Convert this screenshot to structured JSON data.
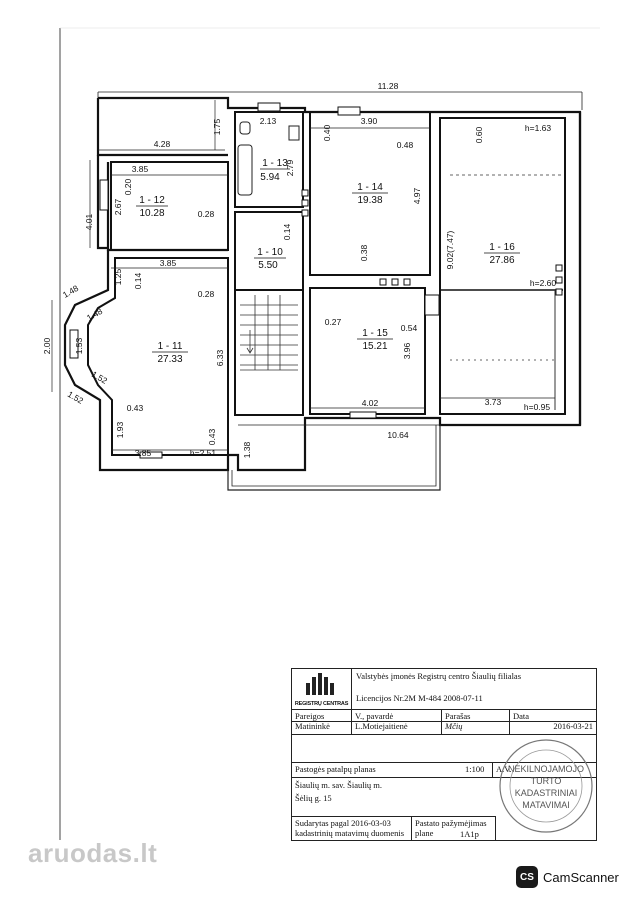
{
  "plan": {
    "dims": {
      "overall_width": "11.28",
      "bottom_width": "10.64",
      "d_428": "4.28",
      "d_175": "1.75",
      "d_213": "2.13",
      "d_390": "3.90",
      "d_060": "0.60",
      "d_h163": "h=1.63",
      "d_385a": "3.85",
      "d_020": "0.20",
      "d_267": "2.67",
      "d_401": "4.01",
      "d_028a": "0.28",
      "d_279": "2.79",
      "d_040": "0.40",
      "d_048": "0.48",
      "d_497": "4.97",
      "d_014a": "0.14",
      "d_038": "0.38",
      "d_902": "9.02(7.47)",
      "d_125": "1.25",
      "d_014b": "0.14",
      "d_385b": "3.85",
      "d_h260": "h=2.60",
      "d_148a": "1.48",
      "d_148b": "1.48",
      "d_028b": "0.28",
      "d_027": "0.27",
      "d_054": "0.54",
      "d_200": "2.00",
      "d_153": "1.53",
      "d_633": "6.33",
      "d_396": "3.96",
      "d_152a": "1.52",
      "d_152b": "1.52",
      "d_043a": "0.43",
      "d_402": "4.02",
      "d_373": "3.73",
      "d_h095": "h=0.95",
      "d_193": "1.93",
      "d_043b": "0.43",
      "d_385c": "3.85",
      "d_h251": "h=2.51",
      "d_138": "1.38"
    },
    "rooms": {
      "r13_id": "1 - 13",
      "r13_area": "5.94",
      "r12_id": "1 - 12",
      "r12_area": "10.28",
      "r14_id": "1 - 14",
      "r14_area": "19.38",
      "r16_id": "1 - 16",
      "r16_area": "27.86",
      "r10_id": "1 - 10",
      "r10_area": "5.50",
      "r11_id": "1 - 11",
      "r11_area": "27.33",
      "r15_id": "1 - 15",
      "r15_area": "15.21"
    }
  },
  "title_block": {
    "org": "Valstybės įmonės Registrų centro Šiaulių filialas",
    "license": "Licencijos Nr.2M M-484 2008-07-11",
    "logo_text": "REGISTRŲ CENTRAS",
    "hdr_position": "Pareigos",
    "hdr_name": "V., pavardė",
    "hdr_signature": "Parašas",
    "hdr_date": "Data",
    "position": "Matininkė",
    "name": "L.Motiejaitienė",
    "signature": "Mčių",
    "date": "2016-03-21",
    "sheet_title": "Pastogės patalpų planas",
    "scale": "1:100",
    "av": "A.V.",
    "place1": "Šiaulių m. sav. Šiaulių m.",
    "place2": "Šėlių g. 15",
    "prepared": "Sudarytas pagal 2016-03-03 kadastrinių matavimų duomenis",
    "building_label": "Pastato pažymėjimas plane",
    "building_code": "1A1p"
  },
  "stamp": {
    "line1": "NEKILNOJAMOJO",
    "line2": "TURTO",
    "line3": "KADASTRINIAI",
    "line4": "MATAVIMAI"
  },
  "watermark": "aruodas.lt",
  "scanner": {
    "badge": "CS",
    "label": "CamScanner"
  }
}
